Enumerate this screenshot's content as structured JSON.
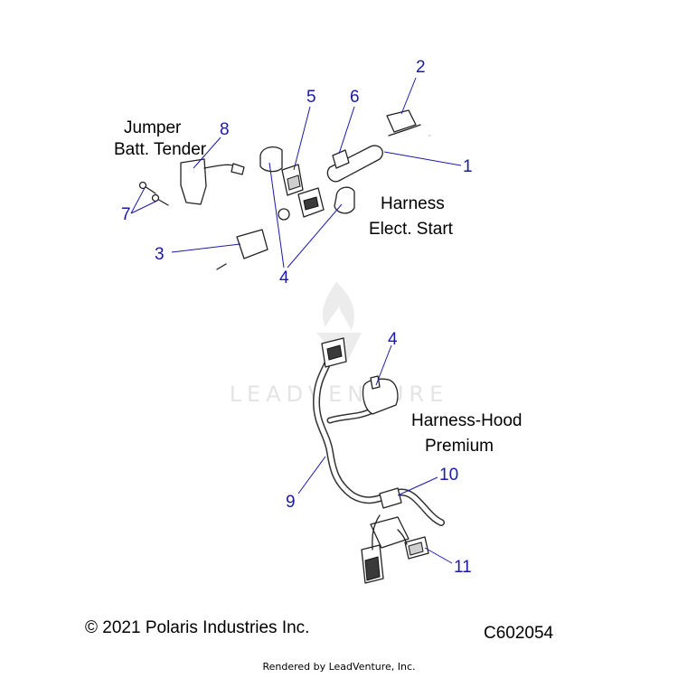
{
  "diagram": {
    "upper_assembly": {
      "labels": [
        {
          "text": "Jumper"
        },
        {
          "text": "Batt. Tender"
        },
        {
          "text": "Harness"
        },
        {
          "text": "Elect. Start"
        }
      ],
      "callouts": [
        "2",
        "5",
        "6",
        "8",
        "1",
        "7",
        "3",
        "4"
      ]
    },
    "lower_assembly": {
      "labels": [
        {
          "text": "Harness-Hood"
        },
        {
          "text": "Premium"
        }
      ],
      "callouts": [
        "4",
        "10",
        "9",
        "11"
      ]
    },
    "watermark": "LEADVENTURE"
  },
  "footer": {
    "copyright": "© 2021 Polaris Industries Inc.",
    "figure_code": "C602054",
    "rendered_by": "Rendered by LeadVenture, Inc."
  },
  "colors": {
    "callout": "#1a1aa8",
    "label": "#000000",
    "watermark": "#e4e4e4"
  }
}
